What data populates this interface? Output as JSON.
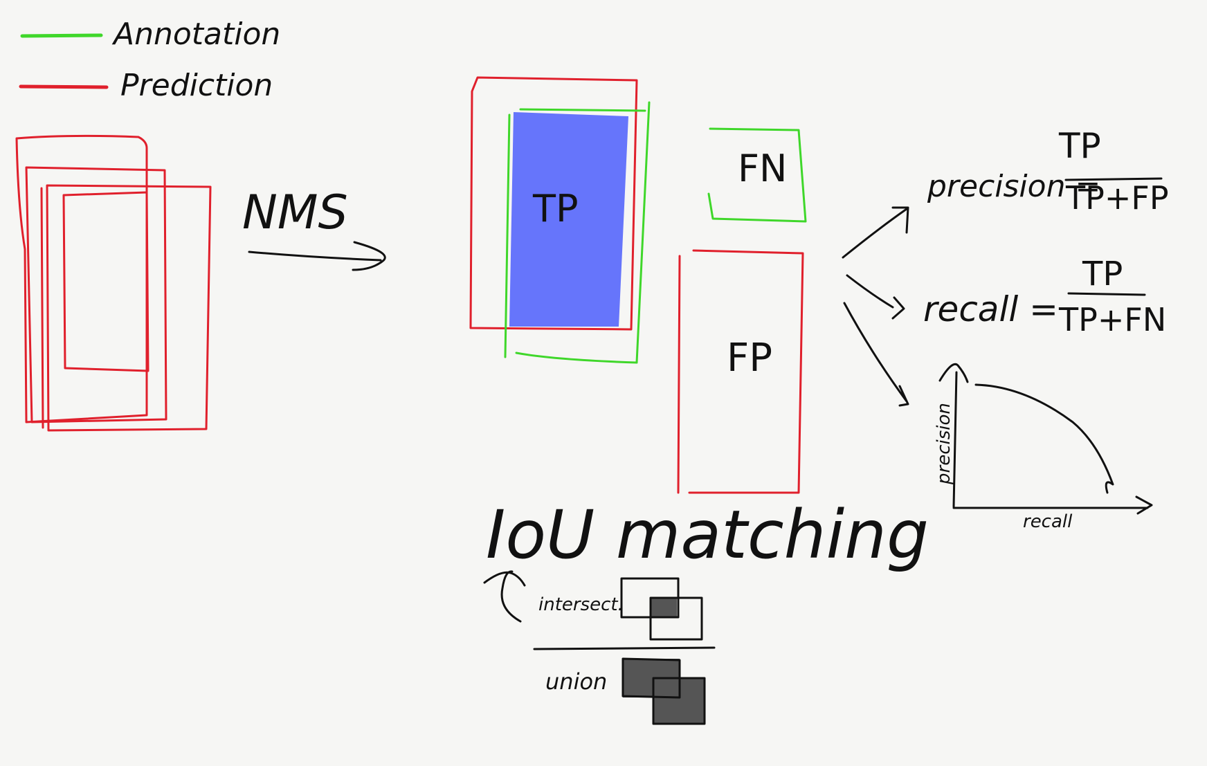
{
  "legend": {
    "annotation": {
      "label": "Annotation",
      "color": "#3fd72a"
    },
    "prediction": {
      "label": "Prediction",
      "color": "#e0202c"
    }
  },
  "nms_label": "NMS",
  "boxes": {
    "tp": "TP",
    "fn": "FN",
    "fp": "FP"
  },
  "tp_fill_color": "#6675fb",
  "formulas": {
    "precision": {
      "lhs": "precision =",
      "numerator": "TP",
      "denominator": "TP+FP"
    },
    "recall": {
      "lhs": "recall =",
      "numerator": "TP",
      "denominator": "TP+FN"
    }
  },
  "pr_curve": {
    "ylabel": "precision",
    "xlabel": "recall"
  },
  "iou": {
    "title": "IoU matching",
    "numerator_label": "intersect.",
    "denominator_label": "union"
  },
  "colors": {
    "ink": "#111111",
    "shade": "#555555",
    "background": "#f6f6f4"
  }
}
